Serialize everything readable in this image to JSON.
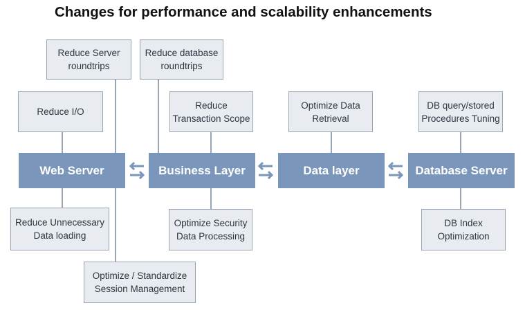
{
  "title": "Changes for performance and scalability enhancements",
  "colors": {
    "main_fill": "#7a96ba",
    "box_fill": "#e8ecf1",
    "box_border": "#9aa5b3",
    "arrow": "#7a96ba"
  },
  "layers": {
    "web_server": "Web Server",
    "business_layer": "Business Layer",
    "data_layer": "Data layer",
    "database_server": "Database Server"
  },
  "notes": {
    "reduce_server_roundtrips": "Reduce Server\nroundtrips",
    "reduce_database_roundtrips": "Reduce database\nroundtrips",
    "reduce_io": "Reduce I/O",
    "reduce_transaction_scope": "Reduce\nTransaction Scope",
    "optimize_data_retrieval": "Optimize Data\nRetrieval",
    "db_query_tuning": "DB query/stored\nProcedures Tuning",
    "reduce_unnecessary_data_loading": "Reduce Unnecessary\nData loading",
    "optimize_security": "Optimize Security\nData Processing",
    "db_index_optimization": "DB Index\nOptimization",
    "optimize_session_management": "Optimize / Standardize\nSession Management"
  }
}
